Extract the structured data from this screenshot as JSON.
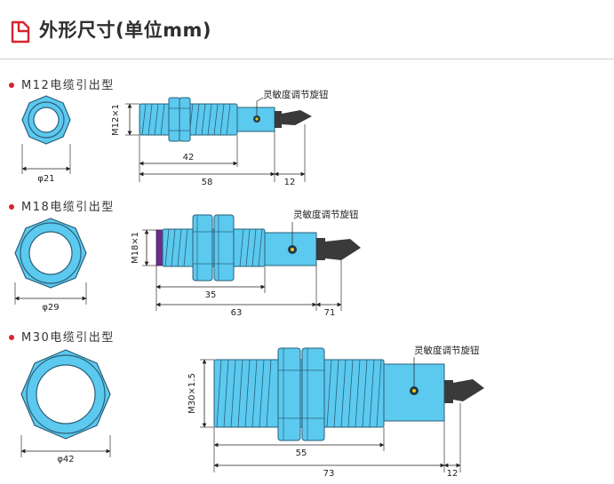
{
  "page": {
    "title": "外形尺寸(单位mm)",
    "icon": "document-corner-icon",
    "accent_color": "#d9232d"
  },
  "colors": {
    "sensor_body": "#5cc9ef",
    "sensor_outline": "#2a5f78",
    "emitter_face": "#6a2d8a",
    "cable": "#3a3a3a",
    "knob": "#f6c21a"
  },
  "sections": [
    {
      "title": "M12电缆引出型",
      "adjuster_label": "灵敏度调节旋钮",
      "thread_label": "M12×1",
      "dia_label": "φ21",
      "dim_body": "42",
      "dim_total": "58",
      "dim_cable": "12"
    },
    {
      "title": "M18电缆引出型",
      "adjuster_label": "灵敏度调节旋钮",
      "thread_label": "M18×1",
      "dia_label": "φ29",
      "dim_body": "35",
      "dim_total": "63",
      "dim_cable": "71"
    },
    {
      "title": "M30电缆引出型",
      "adjuster_label": "灵敏度调节旋钮",
      "thread_label": "M30×1.5",
      "dia_label": "φ42",
      "dim_body": "55",
      "dim_total": "73",
      "dim_cable": "12"
    }
  ]
}
